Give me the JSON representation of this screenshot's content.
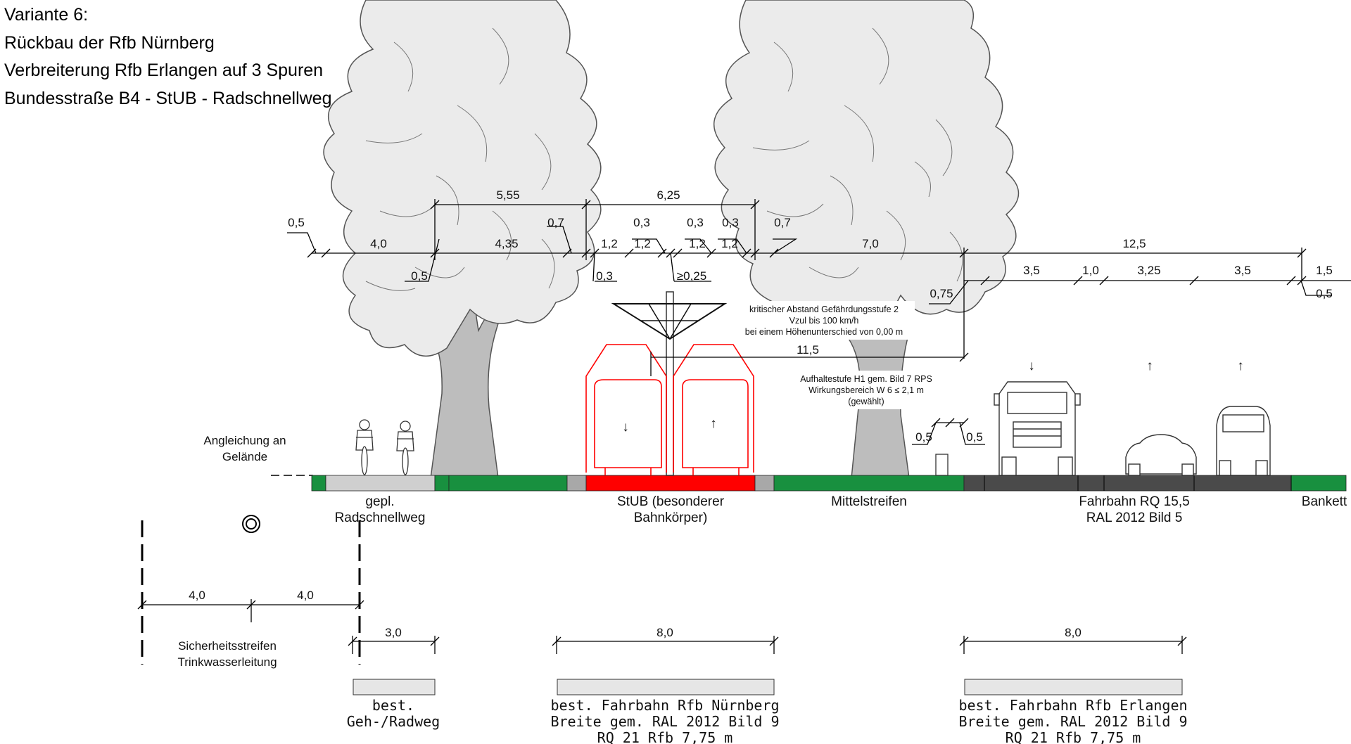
{
  "titles": [
    "Variante 6:",
    "Rückbau der Rfb Nürnberg",
    "Verbreiterung Rfb Erlangen auf 3 Spuren",
    "Bundesstraße B4 - StUB - Radschnellweg"
  ],
  "dimensions": {
    "top_5_55": "5,55",
    "top_6_25": "6,25",
    "left_0_5": "0,5",
    "d_4_0": "4,0",
    "d_4_35": "4,35",
    "d_0_7_a": "0,7",
    "d_0_3_a": "0,3",
    "d_0_3_b": "0,3",
    "d_0_3_c": "0,3",
    "d_0_7_b": "0,7",
    "d_7_0": "7,0",
    "d_12_5": "12,5",
    "d_1_2_a": "1,2",
    "d_1_2_b": "1,2",
    "d_1_2_c": "1,2",
    "d_1_2_d": "1,2",
    "d_0_5_low": "0,5",
    "d_0_3_low": "0,3",
    "d_min_0_25": "≥0,25",
    "d_3_5_a": "3,5",
    "d_1_0": "1,0",
    "d_3_25": "3,25",
    "d_3_5_b": "3,5",
    "d_1_5": "1,5",
    "d_0_5_right": "0,5",
    "d_0_75": "0,75",
    "d_11_5": "11,5",
    "d_0_5_barrier_l": "0,5",
    "d_0_5_barrier_r": "0,5",
    "safety_4_0_a": "4,0",
    "safety_4_0_b": "4,0",
    "existing_3_0": "3,0",
    "existing_8_0_a": "8,0",
    "existing_8_0_b": "8,0"
  },
  "annotations": {
    "critical_1": "kritischer Abstand Gefährdungsstufe 2",
    "critical_2": "Vzul bis 100 km/h",
    "critical_3": "bei einem Höhenunterschied von 0,00 m",
    "restraint_1": "Aufhaltestufe H1 gem. Bild 7 RPS",
    "restraint_2": "Wirkungsbereich W 6 ≤ 2,1 m",
    "restraint_3": "(gewählt)",
    "terrain_1": "Angleichung an",
    "terrain_2": "Gelände",
    "safety_1": "Sicherheitsstreifen",
    "safety_2": "Trinkwasserleitung"
  },
  "section_labels": {
    "cycle_1": "gepl.",
    "cycle_2": "Radschnellweg",
    "tram_1": "StUB (besonderer",
    "tram_2": "Bahnkörper)",
    "median": "Mittelstreifen",
    "road_1": "Fahrbahn RQ 15,5",
    "road_2": "RAL 2012 Bild 5",
    "shoulder": "Bankett"
  },
  "bottom_labels": {
    "path_1": "best.",
    "path_2": "Geh-/Radweg",
    "nbg_1": "best. Fahrbahn Rfb Nürnberg",
    "nbg_2": "Breite gem. RAL 2012 Bild 9",
    "nbg_3": "RQ 21 Rfb 7,75 m",
    "erl_1": "best. Fahrbahn Rfb Erlangen",
    "erl_2": "Breite gem. RAL 2012 Bild 9",
    "erl_3": "RQ 21 Rfb 7,75 m"
  },
  "direction_arrows": {
    "down": "↓",
    "up": "↑"
  },
  "colors": {
    "green": "#18903f",
    "gray_path": "#cfcfcf",
    "gray_curb": "#a8a8a8",
    "tram_red": "#ff0000",
    "asphalt": "#4a4a4a",
    "foliage": "#ebebeb",
    "trunk": "#bdbdbd"
  }
}
